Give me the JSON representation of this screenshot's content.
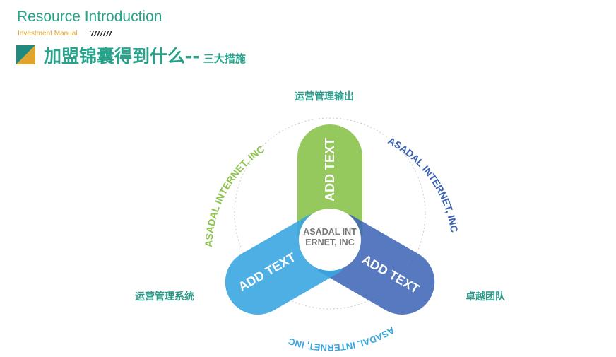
{
  "header": {
    "title": "Resource Introduction",
    "subtitle": "Investment Manual"
  },
  "main_title": {
    "big": "加盟锦囊得到什么--",
    "small": "三大措施"
  },
  "colors": {
    "teal": "#27a38c",
    "gold": "#e0a32b",
    "green": "#8cc34f",
    "blue_dark": "#3a62b5",
    "blue_light": "#3aa6e0"
  },
  "diagram": {
    "center_text_line1": "ASADAL INT",
    "center_text_line2": "ERNET, INC",
    "petal_top": "ADD TEXT",
    "petal_right": "ADD TEXT",
    "petal_left": "ADD TEXT",
    "arc_left": "ASADAL INTERNET, INC",
    "arc_right": "ASADAL INTERNET, INC",
    "arc_bottom": "ASADAL INTERNET, INC",
    "label_top": "运营管理输出",
    "label_left": "运营管理系统",
    "label_right": "卓越团队"
  }
}
